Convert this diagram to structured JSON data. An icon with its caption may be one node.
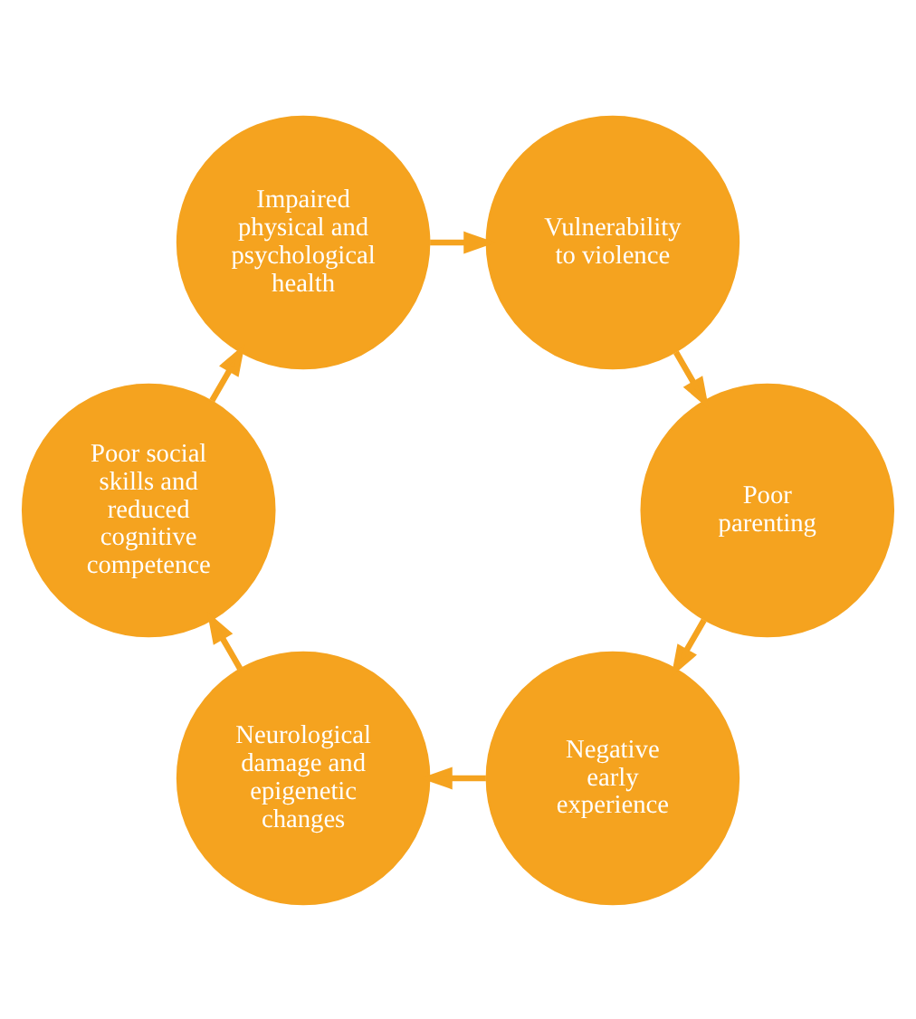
{
  "diagram": {
    "nodes": [
      {
        "text": [
          "Negative early experience"
        ]
      },
      {
        "text": [
          "Neurological damage and epigenetic changes"
        ]
      },
      {
        "text": [
          "Poor social skills and reduced cognitive competence"
        ]
      },
      {
        "text": [
          "Impaired physical and psychological health"
        ]
      },
      {
        "text": [
          "Vulnerability to violence"
        ]
      },
      {
        "text": [
          "Poor parenting"
        ]
      }
    ],
    "edges": [
      {
        "from": 0,
        "to": 1,
        "arrow": "to"
      },
      {
        "from": 1,
        "to": 2,
        "arrow": "to"
      },
      {
        "from": 2,
        "to": 3,
        "arrow": "to"
      },
      {
        "from": 3,
        "to": 4,
        "arrow": "to"
      },
      {
        "from": 4,
        "to": 5,
        "arrow": "to"
      },
      {
        "from": 5,
        "to": 0,
        "arrow": "to"
      }
    ]
  }
}
